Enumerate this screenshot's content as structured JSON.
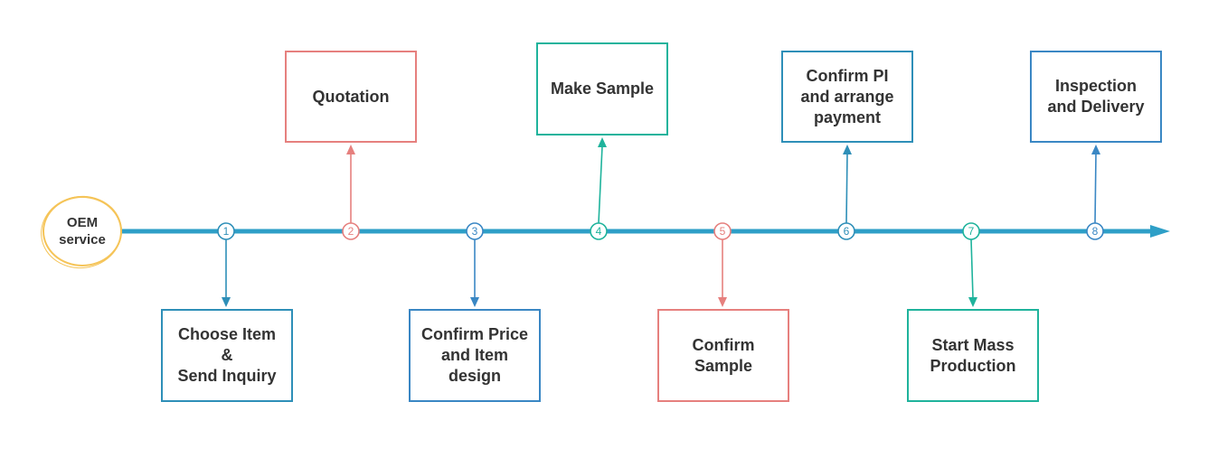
{
  "start": {
    "label": "OEM\nservice",
    "color": "#f5c458"
  },
  "timeline_color": "#2e9fc7",
  "steps": [
    {
      "num": "1",
      "label": "Choose Item\n&\n Send Inquiry",
      "color": "#2e8fb8",
      "side": "below"
    },
    {
      "num": "2",
      "label": "Quotation",
      "color": "#e6807e",
      "side": "above"
    },
    {
      "num": "3",
      "label": "Confirm Price\nand Item\ndesign",
      "color": "#3a87c4",
      "side": "below"
    },
    {
      "num": "4",
      "label": "Make Sample",
      "color": "#1fb39c",
      "side": "above"
    },
    {
      "num": "5",
      "label": "Confirm\nSample",
      "color": "#e6807e",
      "side": "below"
    },
    {
      "num": "6",
      "label": "Confirm PI\nand arrange\npayment",
      "color": "#2e8fb8",
      "side": "above"
    },
    {
      "num": "7",
      "label": "Start Mass\nProduction",
      "color": "#1fb39c",
      "side": "below"
    },
    {
      "num": "8",
      "label": "Inspection\nand Delivery",
      "color": "#3a87c4",
      "side": "above"
    }
  ]
}
